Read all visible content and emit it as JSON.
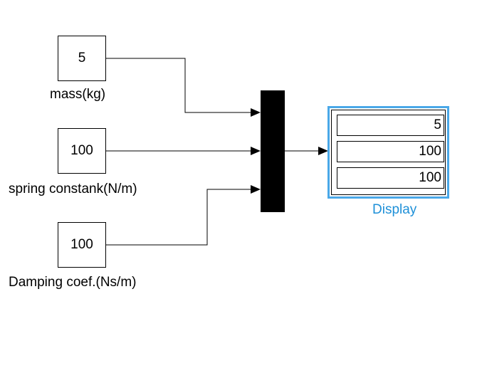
{
  "blocks": {
    "mass": {
      "value": "5",
      "label": "mass(kg)"
    },
    "spring": {
      "value": "100",
      "label": "spring constank(N/m)"
    },
    "damping": {
      "value": "100",
      "label": "Damping coef.(Ns/m)"
    }
  },
  "display": {
    "label": "Display",
    "values": [
      "5",
      "100",
      "100"
    ]
  },
  "colors": {
    "display_border": "#4aa8e8",
    "display_label": "#1e90d8"
  }
}
